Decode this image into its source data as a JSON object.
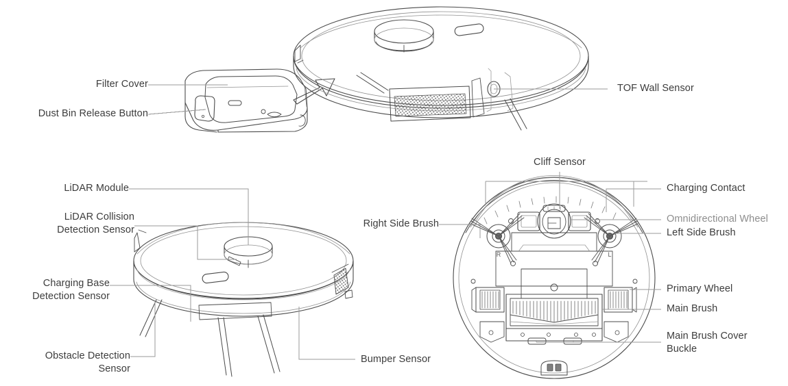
{
  "diagram": {
    "title": "Robot Vacuum Component Diagram",
    "background": "#ffffff",
    "line_color": "#4a4a4a",
    "label_color": "#3c3c3c",
    "dim_label_color": "#8d8d8d",
    "leader_color": "#8f8f8f"
  },
  "views": {
    "dustbin": {
      "name": "Dust Bin Module"
    },
    "top": {
      "name": "Robot Top View"
    },
    "side": {
      "name": "Robot Angled Top View"
    },
    "bottom": {
      "name": "Robot Bottom View"
    }
  },
  "labels": {
    "filter_cover": "Filter Cover",
    "dust_bin_release_button": "Dust Bin Release Button",
    "tof_wall_sensor": "TOF Wall Sensor",
    "lidar_module": "LiDAR Module",
    "lidar_collision_detection_sensor": "LiDAR Collision\nDetection Sensor",
    "charging_base_detection_sensor": "Charging Base\nDetection Sensor",
    "obstacle_detection_sensor": "Obstacle Detection\nSensor",
    "bumper_sensor": "Bumper Sensor",
    "right_side_brush": "Right Side Brush",
    "cliff_sensor": "Cliff Sensor",
    "charging_contact": "Charging Contact",
    "omnidirectional_wheel": "Omnidirectional Wheel",
    "left_side_brush": "Left Side Brush",
    "primary_wheel": "Primary Wheel",
    "main_brush": "Main Brush",
    "main_brush_cover_buckle": "Main Brush Cover\nBuckle"
  },
  "markings": {
    "right_brush": "R",
    "left_brush": "L"
  }
}
